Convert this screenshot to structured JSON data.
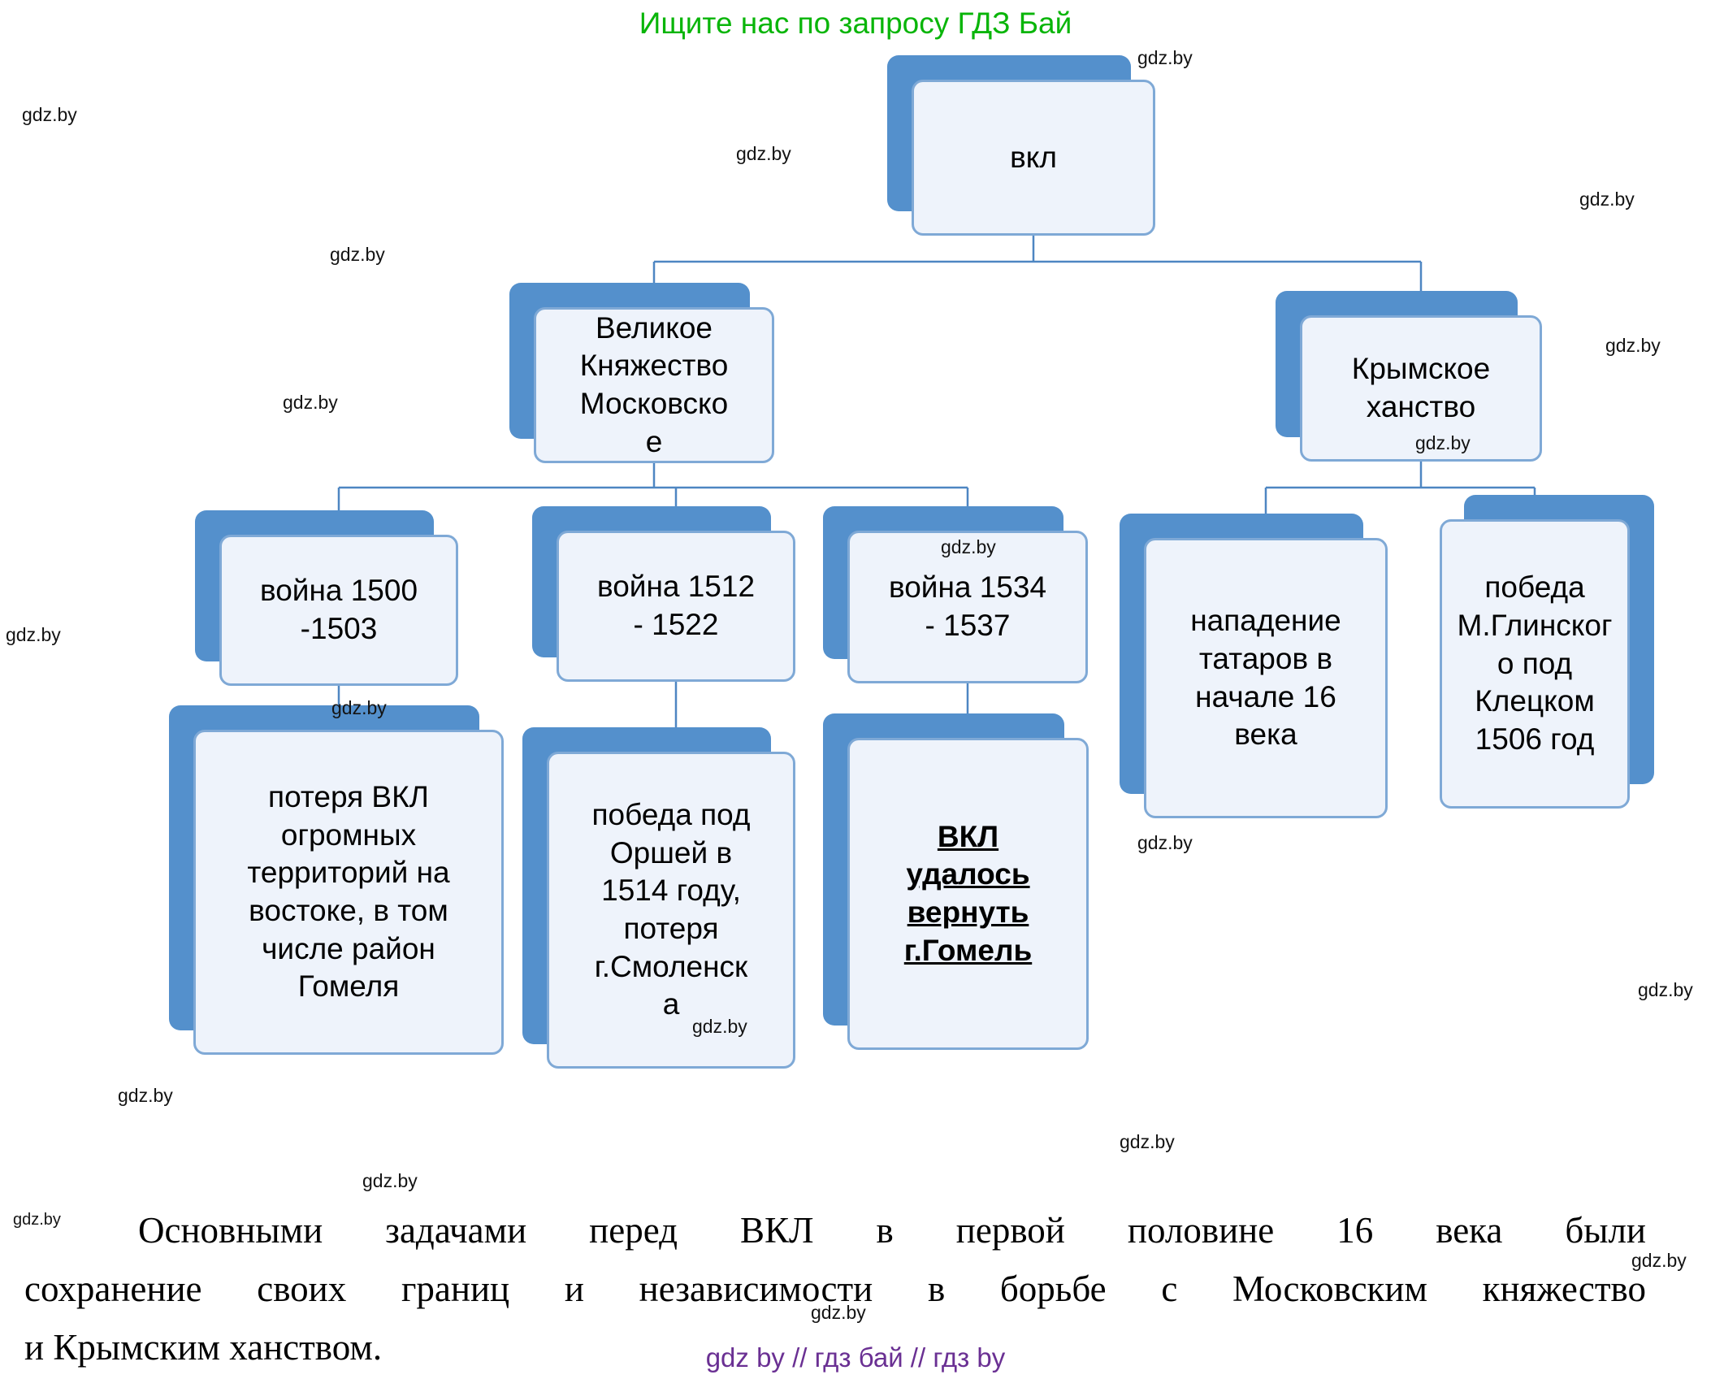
{
  "title": "Ищите нас по запросу ГДЗ Бай",
  "watermark": "gdz.by",
  "footer": "gdz by  //  гдз бай  //  гдз by",
  "colors": {
    "connector_blue": "#4e86c2",
    "shadow_blue": "#5490cc",
    "box_fill": "#eef3fb",
    "box_border": "#7fa9d6",
    "title_green": "#09b509",
    "footer_purple": "#6a3093"
  },
  "diagram": {
    "root": {
      "label": "вкл"
    },
    "moscow": {
      "label": "Великое\nКняжество\nМосковско\nе"
    },
    "crimea": {
      "label": "Крымское\nханство"
    },
    "war_1500": {
      "label": "война 1500\n-1503"
    },
    "war_1512": {
      "label": "война 1512\n- 1522"
    },
    "war_1534": {
      "label": "война 1534\n- 1537"
    },
    "war_1500_result": {
      "label": "потеря ВКЛ\nогромных\nтерриторий на\nвостоке, в том\nчисле район\nГомеля"
    },
    "war_1512_result": {
      "label": "победа под\nОршей в\n1514 году,\nпотеря\nг.Смоленск\nа"
    },
    "war_1534_result": {
      "label": "ВКЛ\nудалось\nвернуть\nг.Гомель"
    },
    "crimea_attack": {
      "label": "нападение\nтатаров в\nначале 16\nвека"
    },
    "crimea_victory": {
      "label": "победа\nМ.Глинског\nо под\nКлецком\n1506 год"
    }
  },
  "paragraph": {
    "line1": "Основными задачами перед ВКЛ в первой половине 16 века были",
    "line2": "сохранение своих границ и независимости в борьбе с Московским княжество",
    "line3": "и Крымским ханством."
  }
}
